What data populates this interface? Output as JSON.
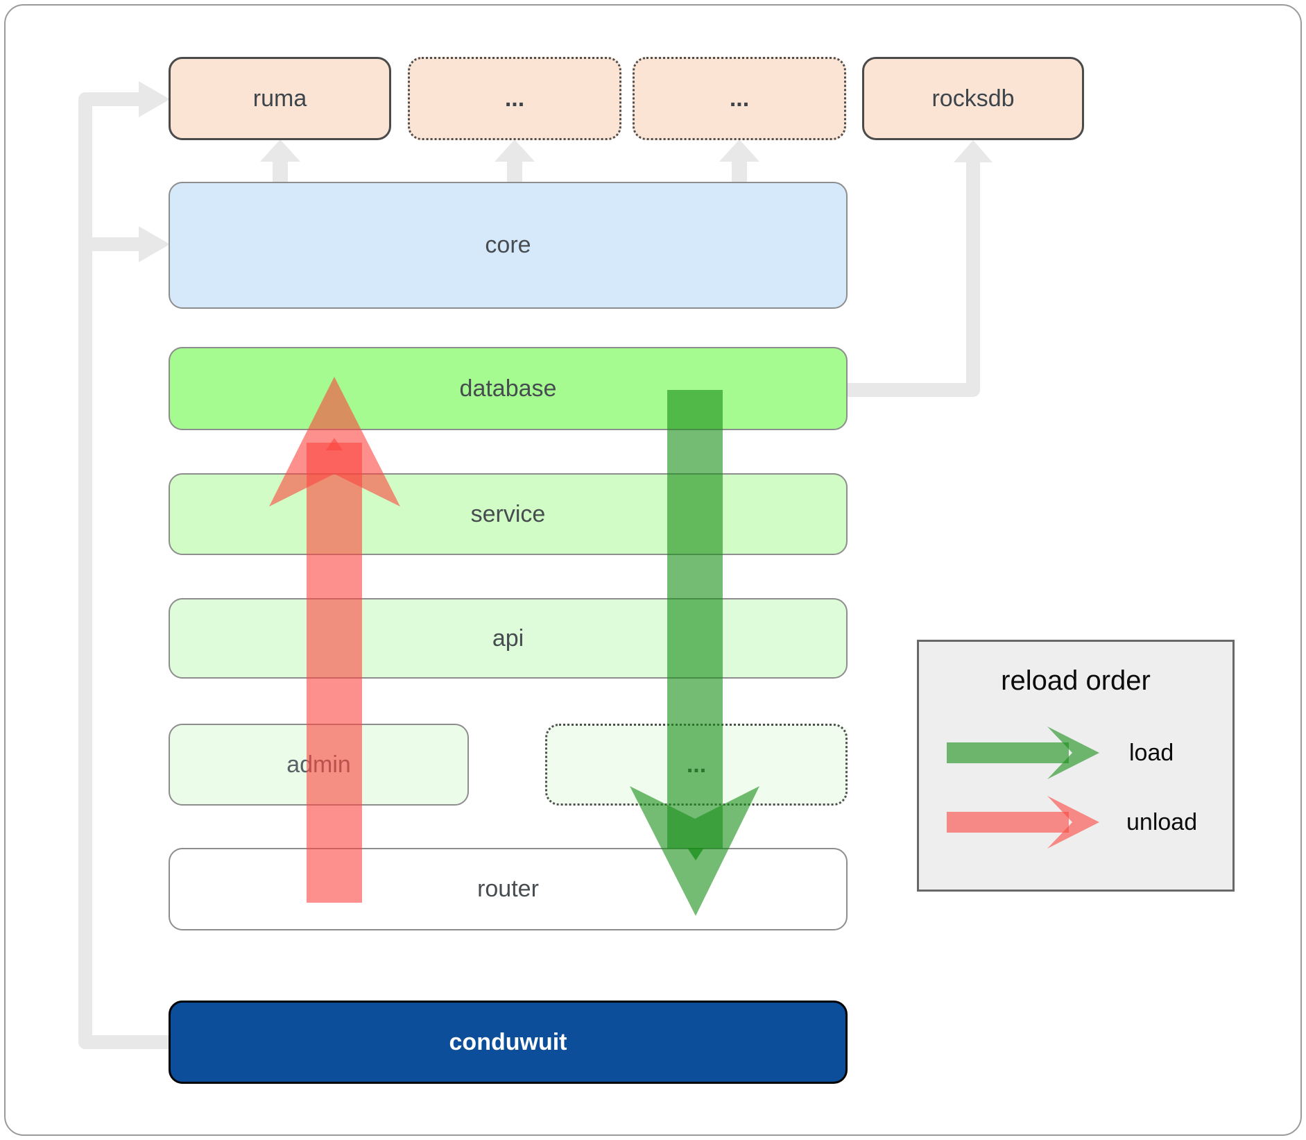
{
  "boxes": {
    "ruma": "ruma",
    "deps_more_1": "...",
    "deps_more_2": "...",
    "rocksdb": "rocksdb",
    "core": "core",
    "database": "database",
    "service": "service",
    "api": "api",
    "admin": "admin",
    "services_more": "...",
    "router": "router",
    "conduwuit": "conduwuit"
  },
  "legend": {
    "title": "reload order",
    "load_label": "load",
    "unload_label": "unload"
  },
  "colors": {
    "top_box_fill": "#fbe4d3",
    "core_fill": "#d6e9fb",
    "database_fill": "#a5fa90",
    "service_fill": "#d2fcc6",
    "api_fill": "#defcda",
    "admin_fill": "#ebfde8",
    "more_fill": "#f0fdee",
    "router_fill": "#ffffff",
    "conduwuit_fill": "#0d4e9b",
    "connector_gray": "#e8e8e8",
    "load_green": "#178e17",
    "unload_red": "#fb4640",
    "legend_bg": "#eeeeee"
  }
}
